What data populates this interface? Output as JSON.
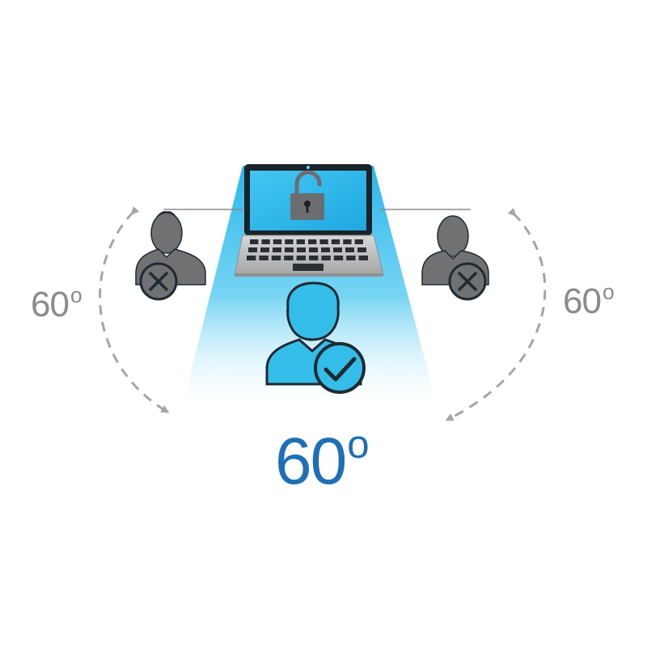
{
  "labels": {
    "left_angle": {
      "value": "60",
      "degree": "o"
    },
    "right_angle": {
      "value": "60",
      "degree": "o"
    },
    "center_angle": {
      "value": "60",
      "degree": "o"
    }
  },
  "colors": {
    "gray_text": "#8a8b8d",
    "blue_text": "#1e6fb7",
    "beam": "#29b6ea",
    "screen": "#33bdf0",
    "user_blue": "#35bdea",
    "user_gray": "#707173",
    "outline": "#1f2a33",
    "arc_gray": "#a4a5a7"
  },
  "icons": {
    "lock": "unlocked-padlock-icon",
    "authorized_user": "user-check-icon",
    "blocked_user": "user-x-icon"
  }
}
